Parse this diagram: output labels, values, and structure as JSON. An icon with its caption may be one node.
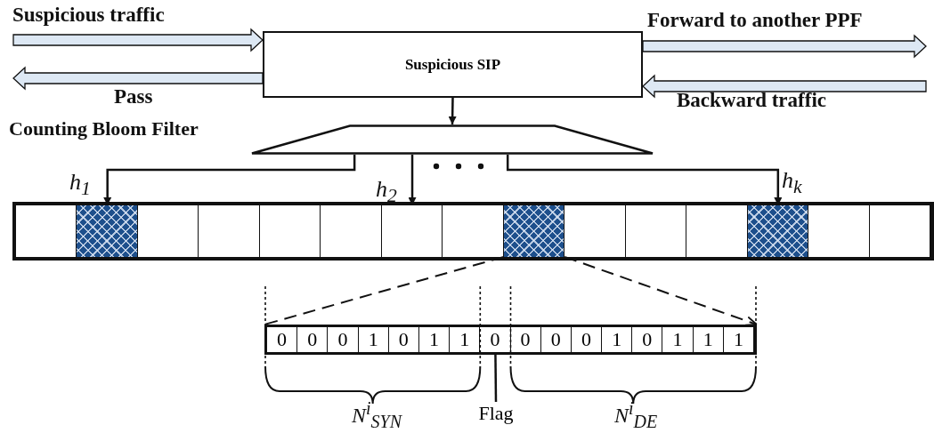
{
  "diagram": {
    "nodes": [
      {
        "text": [
          "Suspicious SIP"
        ]
      },
      {
        "text": [],
        "shape": "trapezoid"
      },
      {
        "text": [],
        "shape": "bar"
      },
      {
        "text": [],
        "shape": "box",
        "in": 2
      },
      {
        "text": [],
        "shape": "box",
        "in": 2
      },
      {
        "text": [],
        "shape": "box",
        "in": 2
      },
      {
        "text": [],
        "shape": "box",
        "in": 2
      },
      {
        "text": [],
        "shape": "box",
        "in": 2
      },
      {
        "text": [],
        "shape": "box",
        "in": 2
      },
      {
        "text": [],
        "shape": "box",
        "in": 2
      },
      {
        "text": [],
        "shape": "box",
        "in": 2
      },
      {
        "text": [],
        "shape": "box",
        "in": 2
      },
      {
        "text": [],
        "shape": "box",
        "in": 2
      },
      {
        "text": [],
        "shape": "box",
        "in": 2
      },
      {
        "text": [],
        "shape": "box",
        "in": 2
      },
      {
        "text": [],
        "shape": "box",
        "in": 2
      },
      {
        "text": [],
        "shape": "box",
        "in": 2
      },
      {
        "text": [],
        "shape": "box",
        "in": 2
      },
      {
        "text": [],
        "shape": "bar"
      },
      {
        "text": [
          "0"
        ],
        "in": 18
      },
      {
        "text": [
          "0"
        ],
        "in": 18
      },
      {
        "text": [
          "0"
        ],
        "in": 18
      },
      {
        "text": [
          "1"
        ],
        "in": 18
      },
      {
        "text": [
          "0"
        ],
        "in": 18
      },
      {
        "text": [
          "1"
        ],
        "in": 18
      },
      {
        "text": [
          "1"
        ],
        "in": 18
      },
      {
        "text": [
          "0"
        ],
        "in": 18
      },
      {
        "text": [
          "0"
        ],
        "in": 18
      },
      {
        "text": [
          "0"
        ],
        "in": 18
      },
      {
        "text": [
          "0"
        ],
        "in": 18
      },
      {
        "text": [
          "1"
        ],
        "in": 18
      },
      {
        "text": [
          "0"
        ],
        "in": 18
      },
      {
        "text": [
          "1"
        ],
        "in": 18
      },
      {
        "text": [
          "1"
        ],
        "in": 18
      },
      {
        "text": [
          "1"
        ],
        "in": 18
      },
      {
        "text": [
          "Flag"
        ]
      }
    ],
    "edges": [
      {
        "from": null,
        "to": 0,
        "arrow": "to",
        "label": "Suspicious traffic"
      },
      {
        "from": 0,
        "to": null,
        "arrow": "to",
        "label": "Pass"
      },
      {
        "from": 0,
        "to": null,
        "arrow": "to",
        "label": "Forward to another PPF"
      },
      {
        "from": null,
        "to": 0,
        "arrow": "to",
        "label": "Backward traffic"
      },
      {
        "from": 0,
        "to": 1,
        "arrow": "to"
      },
      {
        "from": 1,
        "to": 4,
        "arrow": "to",
        "label": "h$_{1}$"
      },
      {
        "from": 1,
        "to": 9,
        "arrow": "to",
        "label": "h$_{2}$"
      },
      {
        "from": 1,
        "to": 15,
        "arrow": "to",
        "label": "h$_{k}$"
      },
      {
        "from": 11,
        "to": 18,
        "arrow": "none",
        "style": "dashed"
      },
      {
        "from": 11,
        "to": 18,
        "arrow": "to",
        "style": "dashed"
      },
      {
        "from": 35,
        "to": 26,
        "arrow": "none"
      }
    ],
    "labels": [
      "Counting Bloom Filter",
      "N$^{i}$$_{SYN}$",
      "N$^{i}$$_{DE}$"
    ]
  }
}
